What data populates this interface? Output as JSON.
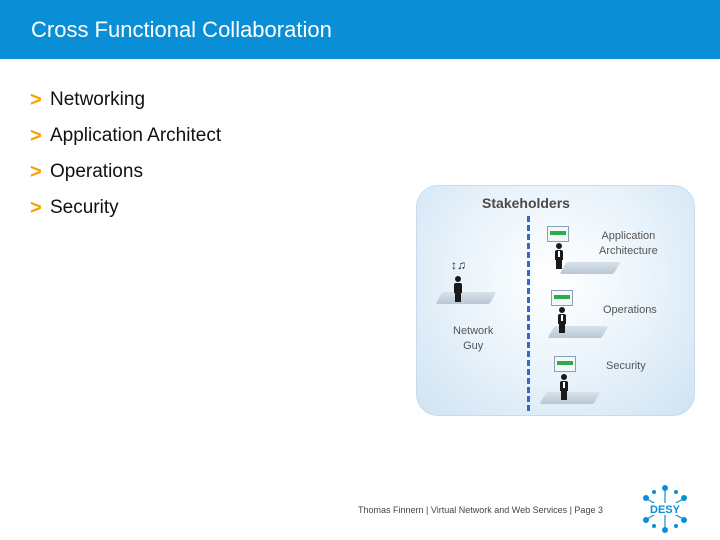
{
  "header": {
    "title": "Cross Functional Collaboration",
    "color": "#0a8fd6"
  },
  "bullets": [
    {
      "marker": ">",
      "text": "Networking"
    },
    {
      "marker": ">",
      "text": "Application Architect"
    },
    {
      "marker": ">",
      "text": "Operations"
    },
    {
      "marker": ">",
      "text": "Security"
    }
  ],
  "diagram": {
    "title": "Stakeholders",
    "labels": {
      "application": "Application\nArchitecture",
      "operations": "Operations",
      "network": "Network\nGuy",
      "security": "Security"
    }
  },
  "footer": {
    "text": "Thomas Finnern | Virtual Network and Web Services | Page 3"
  },
  "logo": {
    "text": "DESY",
    "color": "#0a8fd6"
  }
}
